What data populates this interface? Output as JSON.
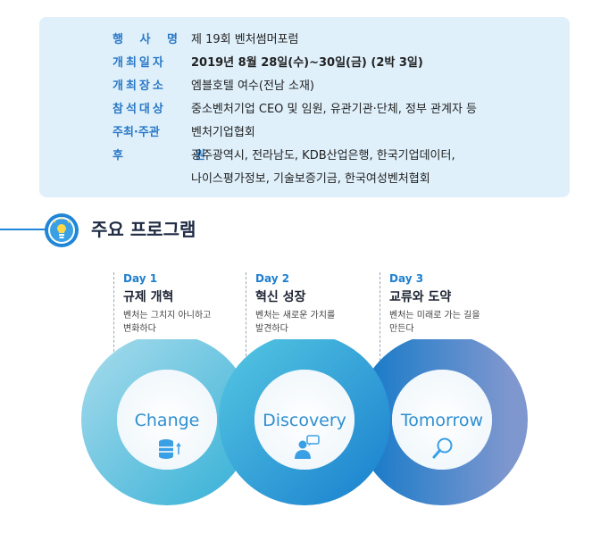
{
  "info": {
    "rows": [
      {
        "label": "행 사 명",
        "value": "제 19회 벤처썸머포럼",
        "bold": false
      },
      {
        "label": "개최일자",
        "value": "2019년 8월 28일(수)~30일(금) (2박 3일)",
        "bold": true
      },
      {
        "label": "개최장소",
        "value": "엠블호텔 여수(전남 소재)",
        "bold": false
      },
      {
        "label": "참석대상",
        "value": "중소벤처기업 CEO 및 임원, 유관기관·단체, 정부 관계자 등",
        "bold": false
      },
      {
        "label": "주최·주관",
        "value": "벤처기업협회",
        "bold": false
      }
    ],
    "sponsor": {
      "label_a": "후",
      "label_b": "원",
      "line1": "광주광역시, 전라남도, KDB산업은행, 한국기업데이터,",
      "line2": "나이스평가정보, 기술보증기금, 한국여성벤처협회"
    }
  },
  "section": {
    "title": "주요 프로그램"
  },
  "days": [
    {
      "day": "Day 1",
      "title": "규제 개혁",
      "desc1": "벤처는 그치지 아니하고",
      "desc2": "변화하다",
      "word": "Change",
      "icon": "database-icon"
    },
    {
      "day": "Day 2",
      "title": "혁신 성장",
      "desc1": "벤처는 새로운 가치를",
      "desc2": "발견하다",
      "word": "Discovery",
      "icon": "person-chat-icon"
    },
    {
      "day": "Day 3",
      "title": "교류와 도약",
      "desc1": "벤처는 미래로 가는 길을",
      "desc2": "만든다",
      "word": "Tomorrow",
      "icon": "magnifier-icon"
    }
  ],
  "colors": {
    "label_blue": "#2a78c6",
    "box_bg": "#dff0fb",
    "accent": "#1f86d8"
  }
}
